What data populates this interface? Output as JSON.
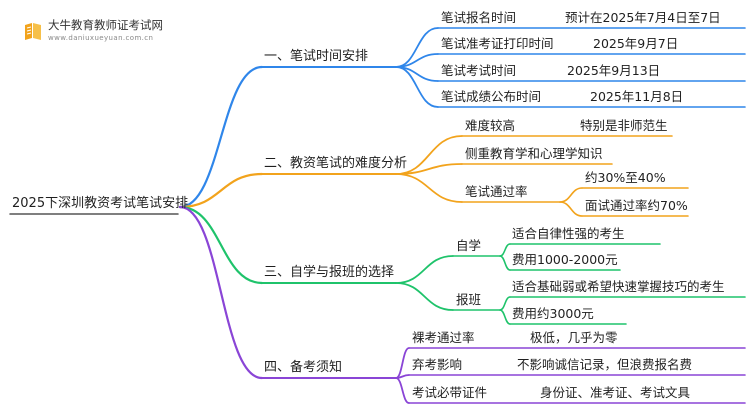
{
  "logo": {
    "name": "大牛教育教师证考试网",
    "url": "www.daniuxueyuan.com.cn"
  },
  "root": "2025下深圳教资考试笔试安排",
  "colors": {
    "blue": "#2f86ea",
    "orange": "#f2a31c",
    "green": "#1fc36b",
    "purple": "#8a45d6",
    "root_line": "#555555"
  },
  "branches": [
    {
      "label": "一、笔试时间安排",
      "items": [
        {
          "label": "笔试报名时间",
          "value": "预计在2025年7月4日至7日"
        },
        {
          "label": "笔试准考证打印时间",
          "value": "2025年9月7日"
        },
        {
          "label": "笔试考试时间",
          "value": "2025年9月13日"
        },
        {
          "label": "笔试成绩公布时间",
          "value": "2025年11月8日"
        }
      ]
    },
    {
      "label": "二、教资笔试的难度分析",
      "items": [
        {
          "label": "难度较高",
          "value": "特别是非师范生"
        },
        {
          "label": "侧重教育学和心理学知识"
        },
        {
          "label": "笔试通过率",
          "values": [
            "约30%至40%",
            "面试通过率约70%"
          ]
        }
      ]
    },
    {
      "label": "三、自学与报班的选择",
      "items": [
        {
          "label": "自学",
          "values": [
            "适合自律性强的考生",
            "费用1000-2000元"
          ]
        },
        {
          "label": "报班",
          "values": [
            "适合基础弱或希望快速掌握技巧的考生",
            "费用约3000元"
          ]
        }
      ]
    },
    {
      "label": "四、备考须知",
      "items": [
        {
          "label": "裸考通过率",
          "value": "极低，几乎为零"
        },
        {
          "label": "弃考影响",
          "value": "不影响诚信记录，但浪费报名费"
        },
        {
          "label": "考试必带证件",
          "value": "身份证、准考证、考试文具"
        }
      ]
    }
  ]
}
